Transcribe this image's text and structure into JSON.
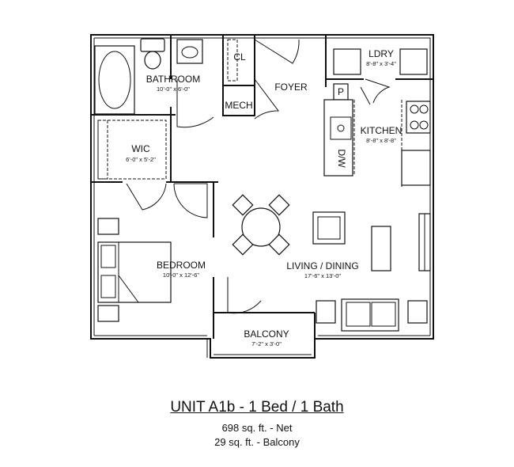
{
  "rooms": {
    "bathroom": {
      "name": "BATHROOM",
      "dim": "10'-0\" x 6'-0\""
    },
    "closet": {
      "name": "CL"
    },
    "mech": {
      "name": "MECH"
    },
    "foyer": {
      "name": "FOYER"
    },
    "laundry": {
      "name": "LDRY",
      "dim": "8'-8\" x 3'-4\""
    },
    "pantry": {
      "name": "P"
    },
    "kitchen": {
      "name": "KITCHEN",
      "dim": "8'-8\" x 8'-8\""
    },
    "dishwasher": {
      "name": "D/W"
    },
    "wic": {
      "name": "WIC",
      "dim": "6'-0\" x 5'-2\""
    },
    "bedroom": {
      "name": "BEDROOM",
      "dim": "10'-0\" x 12'-6\""
    },
    "living": {
      "name": "LIVING / DINING",
      "dim": "17'-6\" x 13'-0\""
    },
    "balcony": {
      "name": "BALCONY",
      "dim": "7'-2\" x 3'-0\""
    }
  },
  "unit": {
    "title": "UNIT A1b - 1 Bed / 1 Bath",
    "net": "698 sq. ft. - Net",
    "balcony": "29 sq. ft. - Balcony"
  }
}
